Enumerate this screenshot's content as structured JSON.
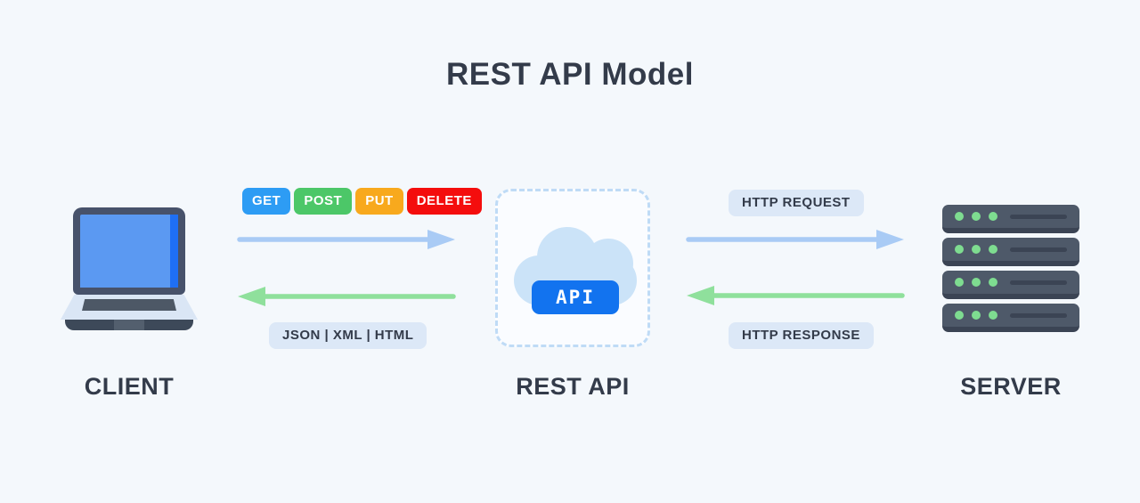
{
  "title": "REST API Model",
  "client": {
    "label": "CLIENT"
  },
  "rest_api": {
    "label": "REST API",
    "api_badge": "API"
  },
  "server": {
    "label": "SERVER"
  },
  "client_channel": {
    "methods": [
      {
        "label": "GET",
        "color": "#2D9CF4"
      },
      {
        "label": "POST",
        "color": "#4CC768"
      },
      {
        "label": "PUT",
        "color": "#F8A91D"
      },
      {
        "label": "DELETE",
        "color": "#F40D0D"
      }
    ],
    "response_formats": "JSON | XML | HTML"
  },
  "server_channel": {
    "request_label": "HTTP REQUEST",
    "response_label": "HTTP RESPONSE"
  },
  "colors": {
    "background": "#F4F8FC",
    "heading_text": "#333B4A",
    "request_arrow": "#A9CBF5",
    "response_arrow": "#8FE09C",
    "label_pill_bg": "#DCE8F7",
    "api_badge_bg": "#1273EF",
    "dashed_border": "#BFDBF6"
  }
}
